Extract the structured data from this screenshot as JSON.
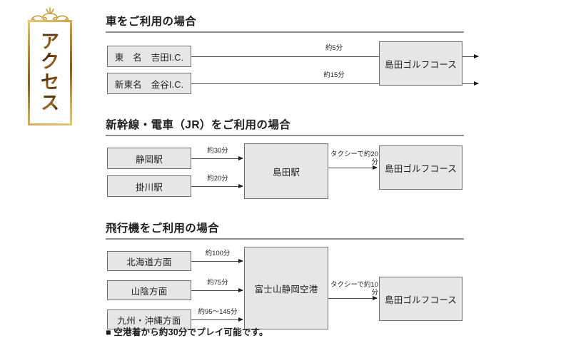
{
  "banner": {
    "characters": [
      "ア",
      "ク",
      "セ",
      "ス"
    ],
    "ornament_icon": "scroll-flourish-ornament",
    "frame_color": "#b07a2a",
    "text_color": "#5a3209"
  },
  "theme": {
    "node_fill": "#e6e6e6",
    "node_border": "#6d6f71",
    "rule_color": "#8e8e8e",
    "text_color": "#1d1d1d"
  },
  "sections": [
    {
      "id": "car",
      "heading": "車をご利用の場合",
      "sources": [
        {
          "label": "東　名　吉田I.C.",
          "duration": "約5分"
        },
        {
          "label": "新東名　金谷I.C.",
          "duration": "約15分"
        }
      ],
      "destination": "島田ゴルフコース"
    },
    {
      "id": "train",
      "heading": "新幹線・電車（JR）をご利用の場合",
      "sources": [
        {
          "label": "静岡駅",
          "duration": "約30分"
        },
        {
          "label": "掛川駅",
          "duration": "約20分"
        }
      ],
      "hub": "島田駅",
      "transfer": "タクシーで約20分",
      "destination": "島田ゴルフコース"
    },
    {
      "id": "plane",
      "heading": "飛行機をご利用の場合",
      "sources": [
        {
          "label": "北海道方面",
          "duration": "約100分"
        },
        {
          "label": "山陰方面",
          "duration": "約75分"
        },
        {
          "label": "九州・沖縄方面",
          "duration": "約95〜145分"
        }
      ],
      "hub": "富士山静岡空港",
      "transfer": "タクシーで約10分",
      "destination": "島田ゴルフコース"
    }
  ],
  "footnote": "■ 空港着から約30分でプレイ可能です。"
}
